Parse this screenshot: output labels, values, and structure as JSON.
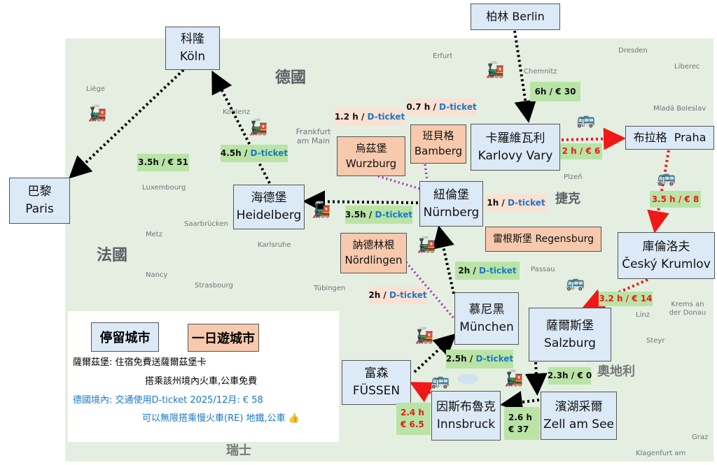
{
  "map_labels": {
    "germany": "德國",
    "france": "法國",
    "czech": "捷克",
    "austria": "奧地利",
    "switzerland": "瑞士",
    "towns": [
      "Dresden",
      "Chemnitz",
      "Erfurt",
      "Liège",
      "Koblenz",
      "Frankfurt am Main",
      "Luxembourg",
      "Saarbrücken",
      "Metz",
      "Karlsruhe",
      "Nancy",
      "Strasbourg",
      "Tübingen",
      "Plzeň",
      "Passau",
      "Linz",
      "Steyr",
      "Krems an der Donau",
      "Liberec",
      "Mladá Boleslav",
      "Graz",
      "Klagenfurt am"
    ]
  },
  "colors": {
    "stay": "#dce9f7",
    "day_trip": "#f7c9ad",
    "train_bus_label": "#b9e4a6",
    "dticket": "#1a78c8",
    "bus_route": "#f01818"
  },
  "cities": {
    "berlin": {
      "line1": "柏林 Berlin"
    },
    "koln": {
      "line1": "科隆",
      "line2": "Köln"
    },
    "paris": {
      "line1": "巴黎",
      "line2": "Paris"
    },
    "heidelberg": {
      "line1": "海德堡",
      "line2": "Heidelberg"
    },
    "wurzburg": {
      "line1": "烏茲堡",
      "line2": "Wurzburg"
    },
    "bamberg": {
      "line1": "班貝格",
      "line2": "Bamberg"
    },
    "karlovy": {
      "line1": "卡羅維瓦利",
      "line2": "Karlovy Vary"
    },
    "praha": {
      "line1": "布拉格  Praha"
    },
    "nurnberg": {
      "line1": "紐倫堡",
      "line2": "Nürnberg"
    },
    "regensburg": {
      "line1": "雷根斯堡 Regensburg"
    },
    "nordlingen": {
      "line1": "訥德林根",
      "line2": "Nördlingen"
    },
    "krumlov": {
      "line1": "庫倫洛夫",
      "line2": "Český Krumlov"
    },
    "munchen": {
      "line1": "慕尼黑",
      "line2": "München"
    },
    "salzburg": {
      "line1": "薩爾斯堡",
      "line2": "Salzburg"
    },
    "fussen": {
      "line1": "富森",
      "line2": "FÜSSEN"
    },
    "innsbruck": {
      "line1": "因斯布魯克",
      "line2": "Innsbruck"
    },
    "zell": {
      "line1": "濱湖采爾",
      "line2": "Zell am See"
    }
  },
  "routes": {
    "berlin_karlovy": {
      "time": "6h / € 30"
    },
    "nurnberg_wurzburg": {
      "time": "1.2 h / ",
      "ticket": "D-ticket"
    },
    "nurnberg_bamberg": {
      "time": "0.7 h / ",
      "ticket": "D-ticket"
    },
    "karlovy_praha": {
      "time": "2 h / € 6"
    },
    "heidelberg_koln": {
      "time": "4.5h / ",
      "ticket": "D-ticket"
    },
    "koln_paris": {
      "time": "3.5h / € 51"
    },
    "nurnberg_heidelberg": {
      "time": "3.5h / ",
      "ticket": "D-ticket"
    },
    "nurnberg_regensburg": {
      "time": "1h / ",
      "ticket": "D-ticket"
    },
    "praha_krumlov": {
      "time": "3.5 h / € 8"
    },
    "munchen_nurnberg": {
      "time": "2h / ",
      "ticket": "D-ticket"
    },
    "munchen_nordlingen": {
      "time": "2h / ",
      "ticket": "D-ticket"
    },
    "krumlov_salzburg": {
      "time": "3.2 h / € 14"
    },
    "fussen_munchen": {
      "time": "2.5h / ",
      "ticket": "D-ticket"
    },
    "salzburg_zell": {
      "time": "2.3h / € 0"
    },
    "innsbruck_fussen": {
      "time": "2.4 h",
      "price": "€ 6.5"
    },
    "zell_innsbruck": {
      "time": "2.6 h",
      "price": "€ 37"
    }
  },
  "legend": {
    "stay": "停留城市",
    "day_trip": "一日遊城市",
    "note1": "薩爾茲堡: 住宿免費送薩爾茲堡卡",
    "note2": "搭乘該州境內火車,公車免費",
    "note3": "德國境內: 交通使用D-ticket 2025/12月: € 58",
    "note4": "可以無限搭乘慢火車(RE) 地鐵,公車",
    "thumb": "👍"
  },
  "icons": {
    "train": "🚂",
    "bus": "🚌"
  }
}
